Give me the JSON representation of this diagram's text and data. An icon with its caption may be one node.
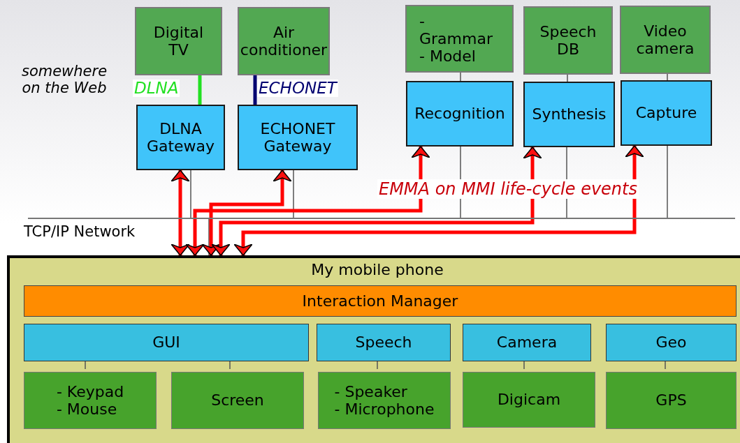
{
  "diagram": {
    "nodes": [
      {
        "text": [
          "Digital TV"
        ]
      },
      {
        "text": [
          "Air conditioner"
        ]
      },
      {
        "text": [
          "- Grammar",
          "- Model"
        ]
      },
      {
        "text": [
          "Speech DB"
        ]
      },
      {
        "text": [
          "Video camera"
        ]
      },
      {
        "text": [
          "DLNA Gateway"
        ]
      },
      {
        "text": [
          "ECHONET Gateway"
        ]
      },
      {
        "text": [
          "Recognition"
        ]
      },
      {
        "text": [
          "Synthesis"
        ]
      },
      {
        "text": [
          "Capture"
        ]
      },
      {
        "text": [],
        "shape": "bar"
      },
      {
        "text": [
          "My mobile phone"
        ]
      },
      {
        "text": [
          "Interaction Manager"
        ],
        "in": 11
      },
      {
        "text": [
          "GUI"
        ],
        "in": 11
      },
      {
        "text": [
          "Speech"
        ],
        "in": 11
      },
      {
        "text": [
          "Camera"
        ],
        "in": 11
      },
      {
        "text": [
          "Geo"
        ],
        "in": 11
      },
      {
        "text": [
          "- Keypad",
          "- Mouse"
        ],
        "in": 11
      },
      {
        "text": [
          "Screen"
        ],
        "in": 11
      },
      {
        "text": [
          "- Speaker",
          "- Microphone"
        ],
        "in": 11
      },
      {
        "text": [
          "Digicam"
        ],
        "in": 11
      },
      {
        "text": [
          "GPS"
        ],
        "in": 11
      }
    ],
    "edges": [
      {
        "from": 0,
        "to": 5,
        "arrow": "none",
        "label": "DLNA",
        "style": "thick",
        "color": "#22e022"
      },
      {
        "from": 1,
        "to": 6,
        "arrow": "none",
        "label": "ECHONET",
        "style": "thick",
        "color": "#000070"
      },
      {
        "from": 2,
        "to": 7,
        "arrow": "none"
      },
      {
        "from": 3,
        "to": 8,
        "arrow": "none"
      },
      {
        "from": 4,
        "to": 9,
        "arrow": "none"
      },
      {
        "from": 5,
        "to": 10,
        "arrow": "none"
      },
      {
        "from": 6,
        "to": 10,
        "arrow": "none"
      },
      {
        "from": 7,
        "to": 10,
        "arrow": "none"
      },
      {
        "from": 8,
        "to": 10,
        "arrow": "none"
      },
      {
        "from": 9,
        "to": 10,
        "arrow": "none"
      },
      {
        "from": 11,
        "to": 10,
        "arrow": "none"
      },
      {
        "from": 11,
        "to": 5,
        "arrow": "both",
        "style": "thick",
        "color": "#ff0000"
      },
      {
        "from": 11,
        "to": 6,
        "arrow": "both",
        "style": "thick",
        "color": "#ff0000"
      },
      {
        "from": 11,
        "to": 7,
        "arrow": "both",
        "style": "thick",
        "color": "#ff0000"
      },
      {
        "from": 11,
        "to": 8,
        "arrow": "both",
        "style": "thick",
        "color": "#ff0000"
      },
      {
        "from": 11,
        "to": 9,
        "arrow": "both",
        "style": "thick",
        "color": "#ff0000"
      },
      {
        "from": 13,
        "to": 17,
        "arrow": "none"
      },
      {
        "from": 13,
        "to": 18,
        "arrow": "none"
      },
      {
        "from": 14,
        "to": 19,
        "arrow": "none"
      },
      {
        "from": 15,
        "to": 20,
        "arrow": "none"
      },
      {
        "from": 16,
        "to": 21,
        "arrow": "none"
      }
    ],
    "labels": [
      "somewhere on the Web",
      "TCP/IP Network",
      "EMMA on MMI life-cycle events"
    ]
  }
}
